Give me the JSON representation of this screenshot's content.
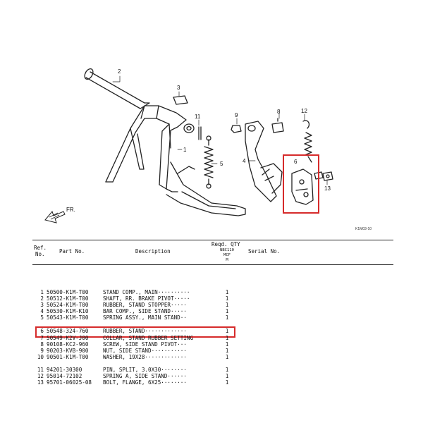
{
  "diagram": {
    "callouts": [
      {
        "num": "1"
      },
      {
        "num": "2"
      },
      {
        "num": "3"
      },
      {
        "num": "4"
      },
      {
        "num": "5"
      },
      {
        "num": "6"
      },
      {
        "num": "8"
      },
      {
        "num": "9"
      },
      {
        "num": "11"
      },
      {
        "num": "12"
      },
      {
        "num": "13"
      }
    ],
    "front_label": "FR.",
    "code": "K1M03-10"
  },
  "table": {
    "headers": {
      "ref": "Ref.",
      "ref_suffix": "No.",
      "part": "Part No.",
      "desc": "Description",
      "qty_title": "Reqd. QTY",
      "qty_model": "NBC110",
      "qty_sub1": "MCF",
      "qty_sub2": "M",
      "serial": "Serial No."
    },
    "rows": [
      {
        "ref": "1",
        "part": "50500-K1M-T00",
        "desc": "STAND COMP., MAIN··········",
        "qty": "1"
      },
      {
        "ref": "2",
        "part": "50512-K1M-T00",
        "desc": "SHAFT, RR. BRAKE PIVOT·····",
        "qty": "1"
      },
      {
        "ref": "3",
        "part": "50524-K1M-T00",
        "desc": "RUBBER, STAND STOPPER·····",
        "qty": "1"
      },
      {
        "ref": "4",
        "part": "50530-K1M-K10",
        "desc": "BAR COMP., SIDE STAND·····",
        "qty": "1"
      },
      {
        "ref": "5",
        "part": "50543-K1M-T00",
        "desc": "SPRING ASSY., MAIN STAND··",
        "qty": "1"
      },
      {
        "ref": "6",
        "part": "50548-324-760",
        "desc": "RUBBER, STAND·············",
        "qty": "1"
      },
      {
        "ref": "7",
        "part": "50549-K2V-J00",
        "desc": "COLLAR, STAND RUBBER SETTING",
        "qty": "1"
      },
      {
        "ref": "8",
        "part": "90108-KC2-960",
        "desc": "SCREW, SIDE STAND PIVOT···",
        "qty": "1"
      },
      {
        "ref": "9",
        "part": "90203-KVB-900",
        "desc": "NUT, SIDE STAND···········",
        "qty": "1"
      },
      {
        "ref": "10",
        "part": "90501-K1M-T00",
        "desc": "WASHER, 19X28·············",
        "qty": "1"
      },
      {
        "ref": "11",
        "part": "94201-30300",
        "desc": "PIN, SPLIT, 3.0X30········",
        "qty": "1"
      },
      {
        "ref": "12",
        "part": "95014-72102",
        "desc": "SPRING A, SIDE STAND······",
        "qty": "1"
      },
      {
        "ref": "13",
        "part": "95701-06025-08",
        "desc": "BOLT, FLANGE, 6X25········",
        "qty": "1"
      }
    ]
  },
  "colors": {
    "highlight": "#d62b2b",
    "ink": "#222222"
  }
}
